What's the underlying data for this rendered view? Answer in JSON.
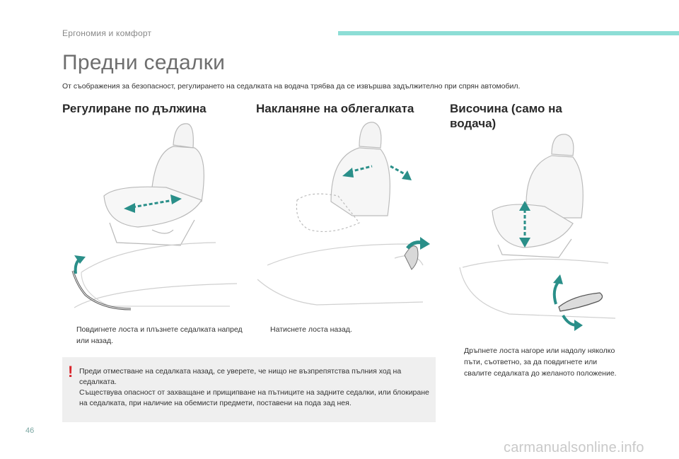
{
  "header": {
    "section": "Ергономия и комфорт",
    "accent_color": "#8dded6"
  },
  "page": {
    "title": "Предни седалки",
    "intro": "От съображения за безопасност, регулирането на седалката на водача трябва да се извършва задължително при спрян автомобил.",
    "number": "46"
  },
  "columns": [
    {
      "heading": "Регулиране по дължина",
      "bullet": "Повдигнете лоста и плъзнете седалката напред или назад."
    },
    {
      "heading": "Накланяне на облегалката",
      "bullet": "Натиснете лоста назад."
    },
    {
      "heading": "Височина (само на водача)",
      "bullet": "Дръпнете лоста нагоре или надолу няколко пъти, съответно, за да повдигнете или свалите седалката до желаното положение."
    }
  ],
  "bullet_mark": "",
  "warning": {
    "icon": "!",
    "text": "Преди отместване на седалката назад, се уверете, че нищо не възпрепятства пълния ход на седалката.\nСъществува опасност от захващане и прищипване на пътниците на задните седалки, или блокиране на седалката, при наличие на обемисти предмети, поставени на пода зад нея."
  },
  "footer": {
    "watermark": "carmanualsonline.info"
  },
  "colors": {
    "arrow": "#2a8f89",
    "warning_bg": "#efefef",
    "warning_icon": "#d9262c"
  }
}
